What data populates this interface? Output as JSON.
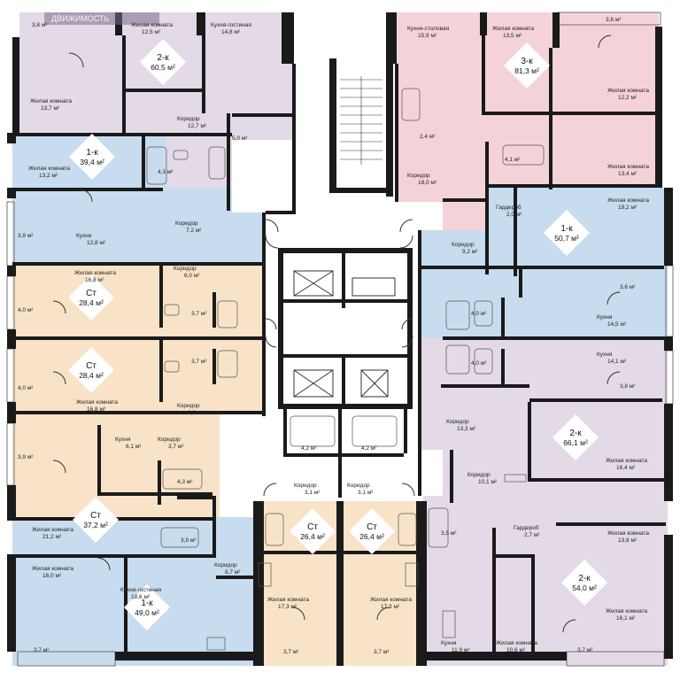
{
  "watermark": "ДВИЖИМОСТЬ",
  "colors": {
    "pink": "#f4d3d8",
    "lavender": "#e3d9e7",
    "blue": "#c7dcee",
    "peach": "#f8e3c8",
    "wall": "#1a1a1a",
    "common": "#ffffff"
  },
  "apartments": [
    {
      "id": "apt-2k-60",
      "type": "2-к",
      "area": "60,5 м²",
      "color": "lavender"
    },
    {
      "id": "apt-3k-81",
      "type": "3-к",
      "area": "81,3 м²",
      "color": "pink"
    },
    {
      "id": "apt-1k-39",
      "type": "1-к",
      "area": "39,4 м²",
      "color": "blue"
    },
    {
      "id": "apt-1k-50",
      "type": "1-к",
      "area": "50,7 м²",
      "color": "blue"
    },
    {
      "id": "apt-st-28a",
      "type": "Ст",
      "area": "28,4 м²",
      "color": "peach"
    },
    {
      "id": "apt-st-28b",
      "type": "Ст",
      "area": "28,4 м²",
      "color": "peach"
    },
    {
      "id": "apt-2k-66",
      "type": "2-к",
      "area": "66,1 м²",
      "color": "lavender"
    },
    {
      "id": "apt-st-37",
      "type": "Ст",
      "area": "37,2 м²",
      "color": "peach"
    },
    {
      "id": "apt-st-26a",
      "type": "Ст",
      "area": "26,4 м²",
      "color": "peach"
    },
    {
      "id": "apt-st-26b",
      "type": "Ст",
      "area": "26,4 м²",
      "color": "peach"
    },
    {
      "id": "apt-2k-54",
      "type": "2-к",
      "area": "54,0 м²",
      "color": "lavender"
    },
    {
      "id": "apt-1k-49",
      "type": "1-к",
      "area": "49,0 м²",
      "color": "blue"
    }
  ],
  "rooms": [
    {
      "name": "",
      "area": "3,8 м²"
    },
    {
      "name": "Жилая комната",
      "area": "12,5 м²"
    },
    {
      "name": "Кухня-гостиная",
      "area": "14,8 м²"
    },
    {
      "name": "Жилая комната",
      "area": "13,7 м²"
    },
    {
      "name": "Коридор",
      "area": "12,7 м²"
    },
    {
      "name": "",
      "area": "5,0 м²"
    },
    {
      "name": "",
      "area": "4,3 м²"
    },
    {
      "name": "Жилая комната",
      "area": "13,2 м²"
    },
    {
      "name": "Коридор",
      "area": "7,2 м²"
    },
    {
      "name": "",
      "area": "3,9 м²"
    },
    {
      "name": "Кухня",
      "area": "12,8 м²"
    },
    {
      "name": "Кухня-столовая",
      "area": "15,9 м²"
    },
    {
      "name": "Жилая комната",
      "area": "13,5 м²"
    },
    {
      "name": "",
      "area": "3,8 м²"
    },
    {
      "name": "Жилая комната",
      "area": "12,2 м²"
    },
    {
      "name": "",
      "area": "2,4 м²"
    },
    {
      "name": "",
      "area": "4,1 м²"
    },
    {
      "name": "Жилая комната",
      "area": "13,4 м²"
    },
    {
      "name": "Коридор",
      "area": "18,0 м²"
    },
    {
      "name": "Гардероб",
      "area": "2,0 м²"
    },
    {
      "name": "Жилая комната",
      "area": "19,2 м²"
    },
    {
      "name": "Коридор",
      "area": "9,2 м²"
    },
    {
      "name": "",
      "area": "3,6 м²"
    },
    {
      "name": "",
      "area": "4,0 м²"
    },
    {
      "name": "Кухня",
      "area": "14,5 м²"
    },
    {
      "name": "Кухня",
      "area": "14,1 м²"
    },
    {
      "name": "",
      "area": "4,0 м²"
    },
    {
      "name": "",
      "area": "3,8 м²"
    },
    {
      "name": "Жилая комната",
      "area": "16,8 м²"
    },
    {
      "name": "Коридор",
      "area": "6,0 м²"
    },
    {
      "name": "",
      "area": "4,0 м²"
    },
    {
      "name": "",
      "area": "3,7 м²"
    },
    {
      "name": "",
      "area": "3,7 м²"
    },
    {
      "name": "",
      "area": "4,0 м²"
    },
    {
      "name": "Жилая комната",
      "area": "16,8 м²"
    },
    {
      "name": "Коридор",
      "area": "6,0 м²"
    },
    {
      "name": "Коридор",
      "area": "13,3 м²"
    },
    {
      "name": "Коридор",
      "area": "10,1 м²"
    },
    {
      "name": "Жилая комната",
      "area": "16,4 м²"
    },
    {
      "name": "",
      "area": "3,9 м²"
    },
    {
      "name": "Кухня",
      "area": "6,1 м²"
    },
    {
      "name": "Коридор",
      "area": "3,7 м²"
    },
    {
      "name": "",
      "area": "4,3 м²"
    },
    {
      "name": "",
      "area": "4,2 м²"
    },
    {
      "name": "",
      "area": "4,2 м²"
    },
    {
      "name": "Коридор",
      "area": "3,1 м²"
    },
    {
      "name": "Коридор",
      "area": "3,1 м²"
    },
    {
      "name": "Жилая комната",
      "area": "21,2 м²"
    },
    {
      "name": "",
      "area": "3,9 м²"
    },
    {
      "name": "",
      "area": "3,5 м²"
    },
    {
      "name": "Гардероб",
      "area": "2,7 м²"
    },
    {
      "name": "Жилая комната",
      "area": "13,8 м²"
    },
    {
      "name": "Жилая комната",
      "area": "16,0 м²"
    },
    {
      "name": "Коридор",
      "area": "8,7 м²"
    },
    {
      "name": "Кухня-гостиная",
      "area": "18,6 м²"
    },
    {
      "name": "Жилая комната",
      "area": "17,3 м²"
    },
    {
      "name": "Жилая комната",
      "area": "17,3 м²"
    },
    {
      "name": "Жилая комната",
      "area": "16,1 м²"
    },
    {
      "name": "Кухня",
      "area": "11,9 м²"
    },
    {
      "name": "Жилая комната",
      "area": "10,6 м²"
    },
    {
      "name": "",
      "area": "3,7 м²"
    },
    {
      "name": "",
      "area": "3,7 м²"
    },
    {
      "name": "",
      "area": "3,7 м²"
    },
    {
      "name": "",
      "area": "3,7 м²"
    }
  ]
}
